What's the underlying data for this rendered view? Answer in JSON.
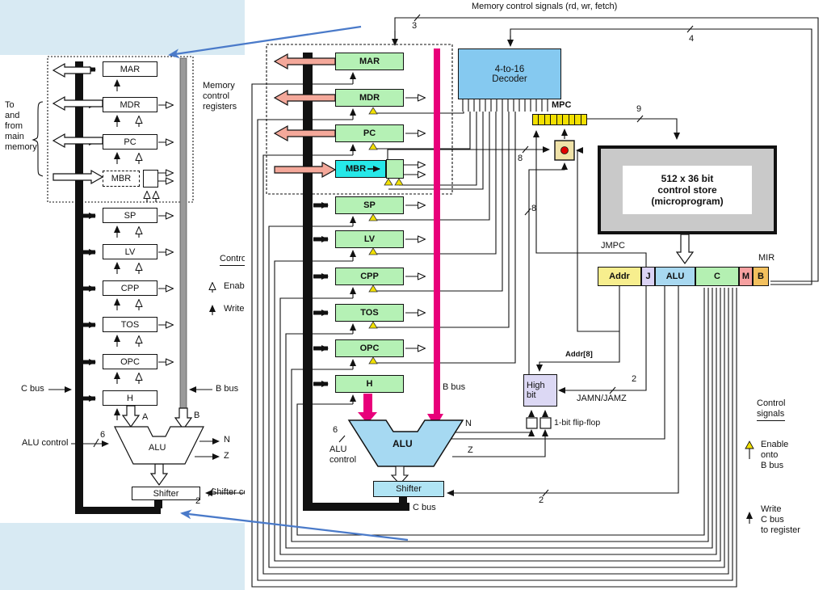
{
  "colors": {
    "page_bg": "#d8eaf3",
    "panel_bg": "#ffffff",
    "register_green": "#b5f1b5",
    "mbr_cyan": "#26e8e8",
    "decoder_blue": "#85c9f0",
    "alu_blue": "#a6d9f2",
    "store_gray": "#c9c9c9",
    "bus_magenta": "#e8007a",
    "arrow_pink": "#f4a89a",
    "mpc_yellow": "#f2e000",
    "mir_addr": "#f7ee8e",
    "mir_j": "#dbd3f5",
    "mir_alu": "#a8d8f0",
    "mir_c": "#b4f0b2",
    "mir_m": "#f6a0a0",
    "mir_b": "#f2c05e",
    "highbit_lavender": "#dcd8f4",
    "annotation_blue": "#4a7ac9"
  },
  "left": {
    "registers": [
      "MAR",
      "MDR",
      "PC",
      "MBR",
      "SP",
      "LV",
      "CPP",
      "TOS",
      "OPC",
      "H"
    ],
    "to_from_memory": "To\nand\nfrom\nmain\nmemory",
    "memory_control_registers": "Memory\ncontrol\nregisters",
    "c_bus": "C bus",
    "b_bus": "B bus",
    "a_port": "A",
    "b_port": "B",
    "n_flag": "N",
    "z_flag": "Z",
    "alu_width": "6",
    "alu_control": "ALU control",
    "alu": "ALU",
    "shifter": "Shifter",
    "shifter_control_cut": "Shifter co",
    "shifter_width": "2",
    "legend_control_cut": "Contro",
    "legend_enable_cut": "Enabl",
    "legend_write": "Write"
  },
  "right": {
    "memory_signals": "Memory control signals (rd, wr, fetch)",
    "width3": "3",
    "width4": "4",
    "width8_mbr": "8",
    "width8_high": "8",
    "width9": "9",
    "width2_jam": "2",
    "width2_shifter": "2",
    "width6": "6",
    "decoder": "4-to-16\nDecoder",
    "mpc": "MPC",
    "control_store": "512 x 36 bit\ncontrol store\n(microprogram)",
    "jmpc": "JMPC",
    "mir_label": "MIR",
    "mir_fields": [
      "Addr",
      "J",
      "ALU",
      "C",
      "M",
      "B"
    ],
    "addr_high_bit": "Addr[8]",
    "high_bit": "High\nbit",
    "jamn_jamz": "JAMN/JAMZ",
    "flip_flop": "1-bit flip-flop",
    "registers": [
      "MAR",
      "MDR",
      "PC",
      "MBR",
      "SP",
      "LV",
      "CPP",
      "TOS",
      "OPC",
      "H"
    ],
    "b_bus": "B bus",
    "c_bus": "C bus",
    "n_flag": "N",
    "z_flag": "Z",
    "alu_control": "ALU\ncontrol",
    "alu": "ALU",
    "shifter": "Shifter",
    "legend_title": "Control\nsignals",
    "legend_enable": "Enable\nonto\nB bus",
    "legend_write": "Write\nC bus\nto register"
  }
}
